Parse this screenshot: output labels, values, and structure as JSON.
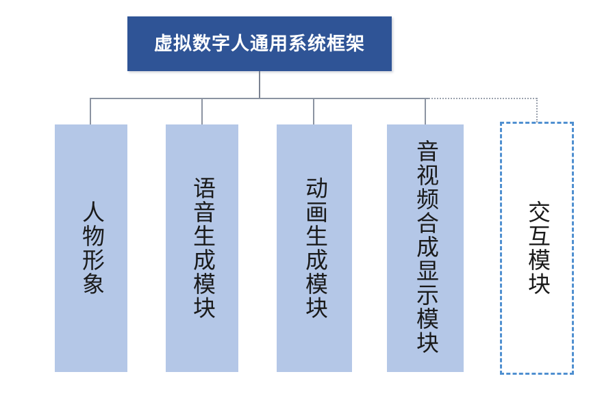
{
  "diagram": {
    "title": "虚拟数字人通用系统框架",
    "modules": [
      {
        "label": "人物形象",
        "style": "solid",
        "align": "center"
      },
      {
        "label": "语音生成模块",
        "style": "solid",
        "align": "center"
      },
      {
        "label": "动画生成模块",
        "style": "solid",
        "align": "center"
      },
      {
        "label": "音视频合成显示模块",
        "style": "solid",
        "align": "top"
      },
      {
        "label": "交互模块",
        "style": "dashed",
        "align": "center"
      }
    ],
    "colors": {
      "title_fill": "#2F5496",
      "title_text": "#FFFFFF",
      "module_fill": "#B4C7E7",
      "module_text": "#1A1A1A",
      "dashed_border": "#4F8FD0",
      "connector_line": "#8B93A1",
      "background": "#FFFFFF"
    }
  }
}
